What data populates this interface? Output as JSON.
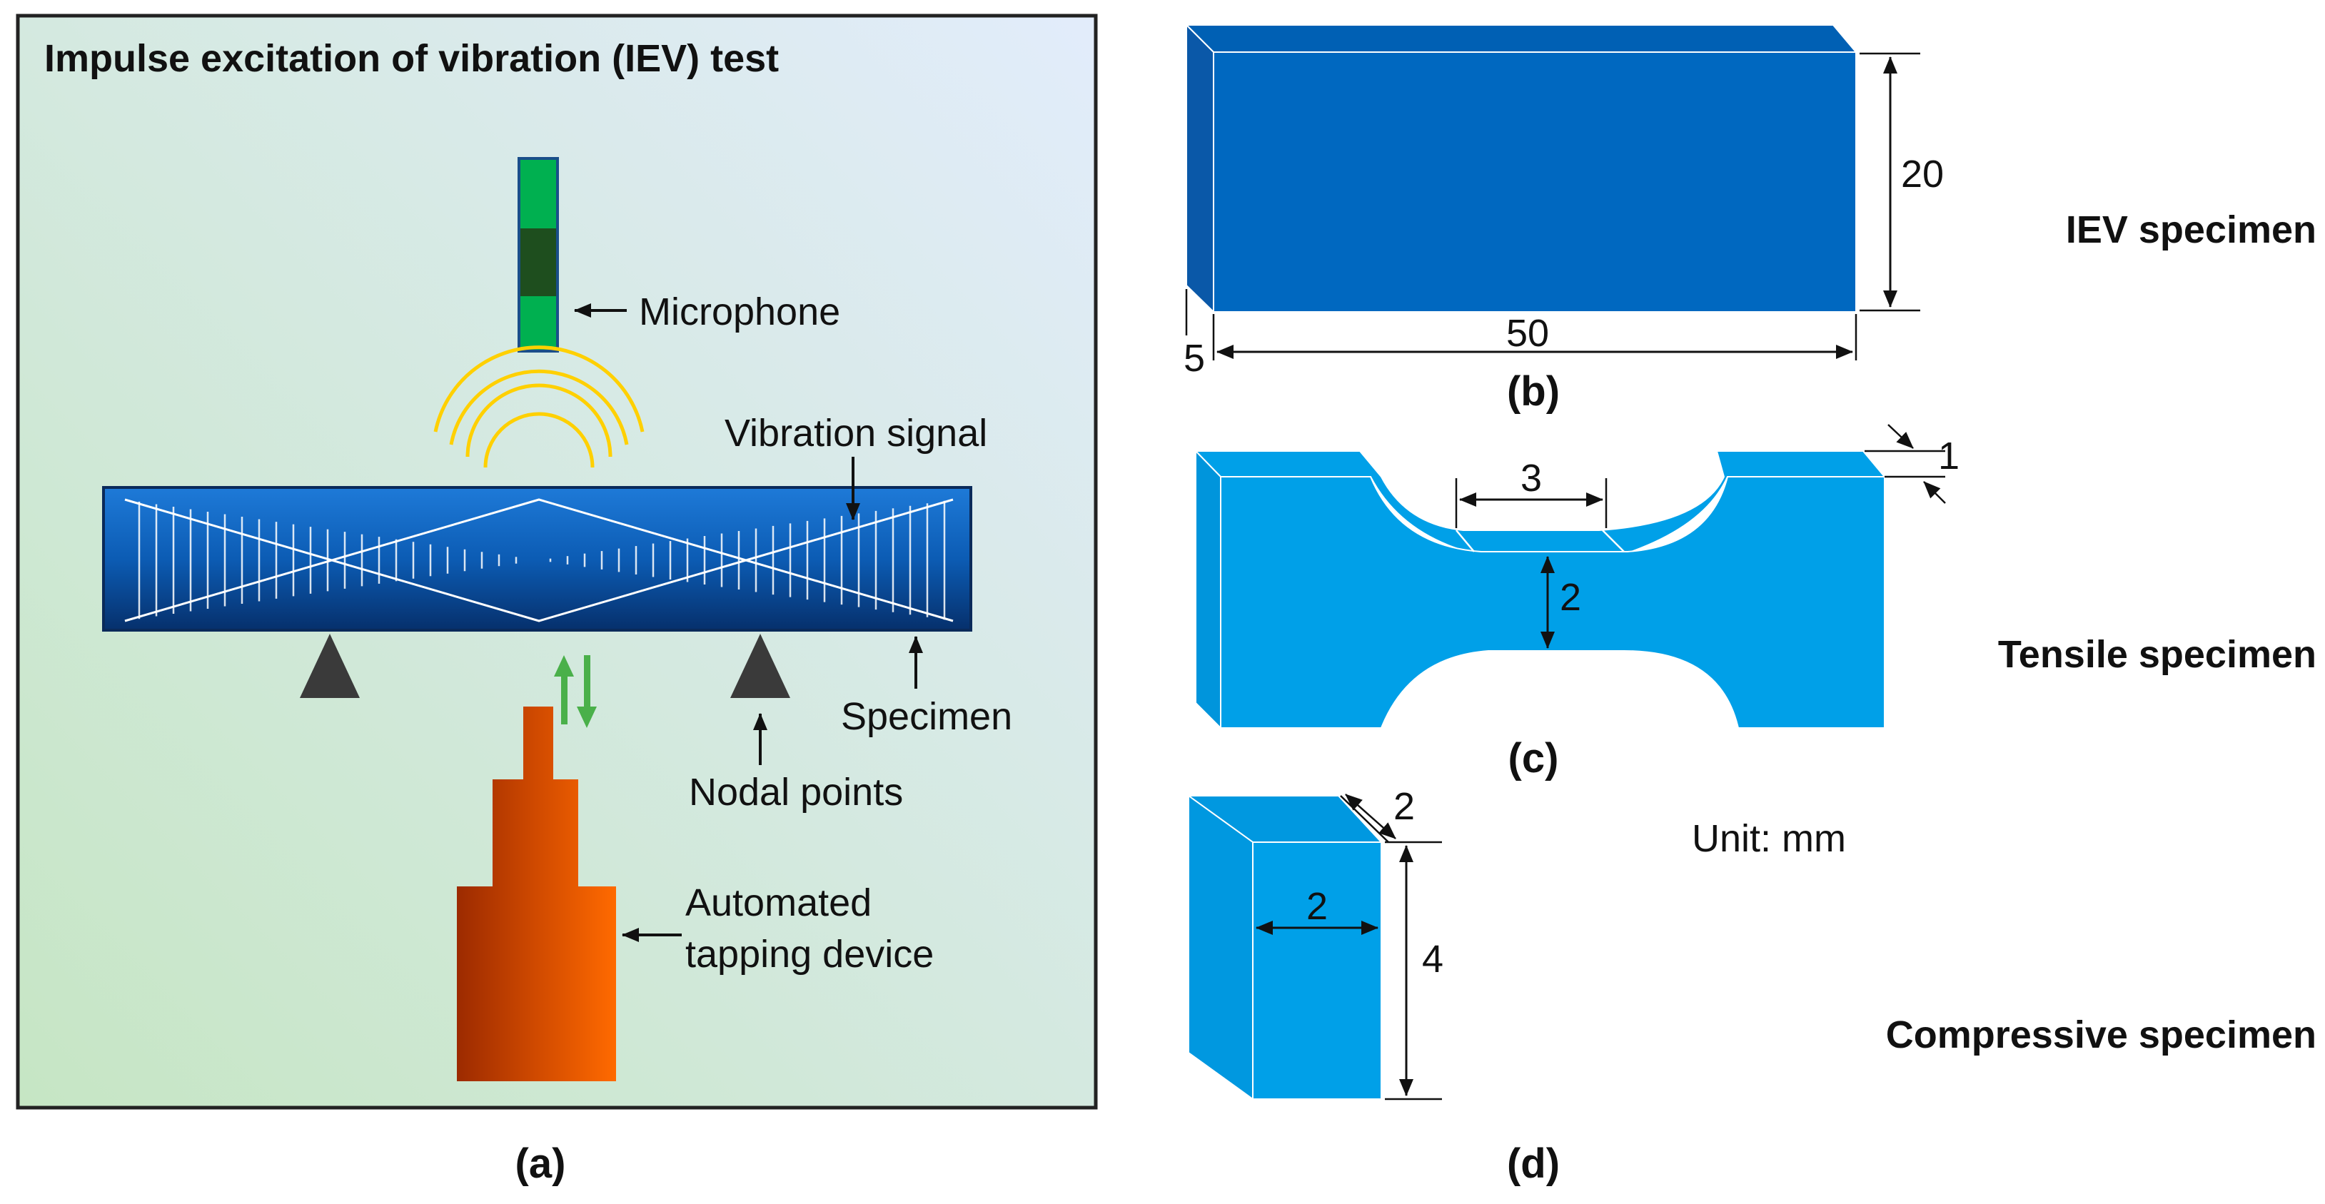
{
  "panel_a": {
    "title": "Impulse excitation of vibration (IEV) test",
    "caption": "(a)",
    "labels": {
      "microphone": "Microphone",
      "vibration_signal": "Vibration signal",
      "specimen": "Specimen",
      "nodal_points": "Nodal points",
      "tapping_line1": "Automated",
      "tapping_line2": "tapping device"
    }
  },
  "panel_b": {
    "caption": "(b)",
    "name": "IEV specimen",
    "dims": {
      "height": "20",
      "length": "50",
      "thickness": "5"
    }
  },
  "panel_c": {
    "caption": "(c)",
    "name": "Tensile specimen",
    "dims": {
      "gauge_length": "3",
      "gauge_width": "2",
      "thickness": "1"
    }
  },
  "panel_d": {
    "caption": "(d)",
    "name": "Compressive specimen",
    "unit": "Unit: mm",
    "dims": {
      "depth": "2",
      "width": "2",
      "height": "4"
    }
  },
  "colors": {
    "iev_blue": "#0068c0",
    "light_blue": "#00a0e8",
    "tapper_orange": "#e85200",
    "microphone_green": "#00b050"
  }
}
